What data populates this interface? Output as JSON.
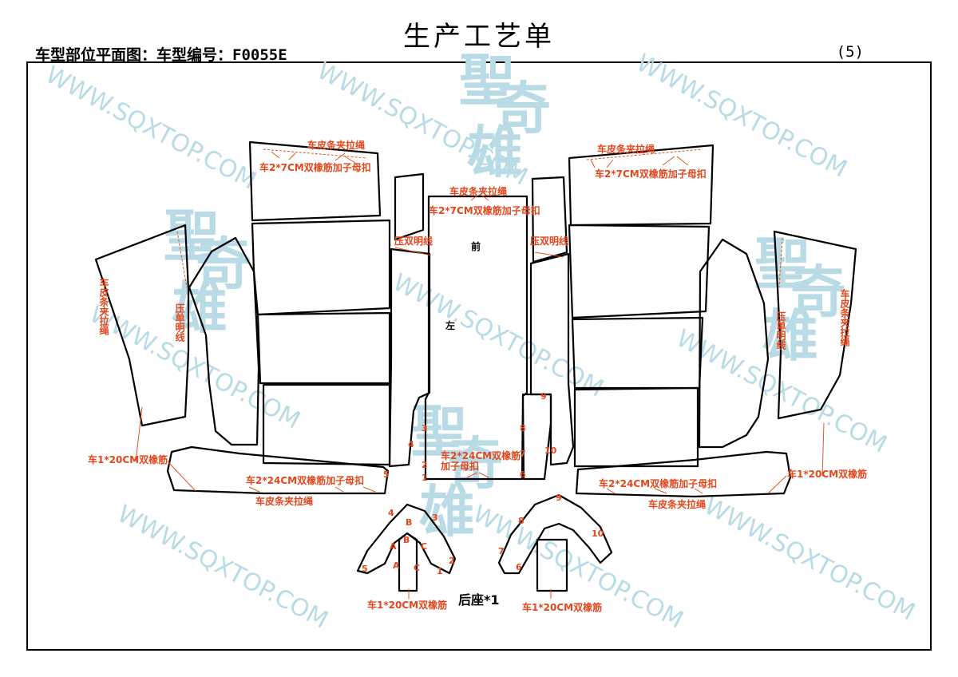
{
  "header": {
    "title": "生产工艺单",
    "subtitle": "车型部位平面图：车型编号：F0055E",
    "page_number": "(5)"
  },
  "watermark": {
    "text": "WWW.SQXTOP.COM",
    "logo_chars": [
      "聖",
      "奇",
      "雄"
    ],
    "color": "#b9dbe6"
  },
  "notes": {
    "pull_rope": "车皮条夹拉绳",
    "pull_rope_vertical": "车皮条夹拉绳",
    "elastic_7cm": "车2*7CM双橡筋加子母扣",
    "elastic_24cm": "车2*24CM双橡筋加子母扣",
    "elastic_24cm_line1": "车2*24CM双橡筋",
    "elastic_24cm_line2": "加子母扣",
    "elastic_20cm": "车1*20CM双橡筋",
    "double_topstitch": "压双明线",
    "single_topstitch": "压单明线"
  },
  "labels": {
    "front": "前",
    "left": "左",
    "caption": "后座*1"
  },
  "marks": {
    "m1": "1",
    "m2": "2",
    "m3": "3",
    "m4": "4",
    "m5": "5",
    "m6": "6",
    "m7": "7",
    "m8": "8",
    "m9": "9",
    "m10": "10",
    "A": "A",
    "B": "B",
    "C": "C"
  },
  "colors": {
    "annotation": "#e5461b",
    "outline": "#000000",
    "watermark": "#b9dbe6"
  }
}
